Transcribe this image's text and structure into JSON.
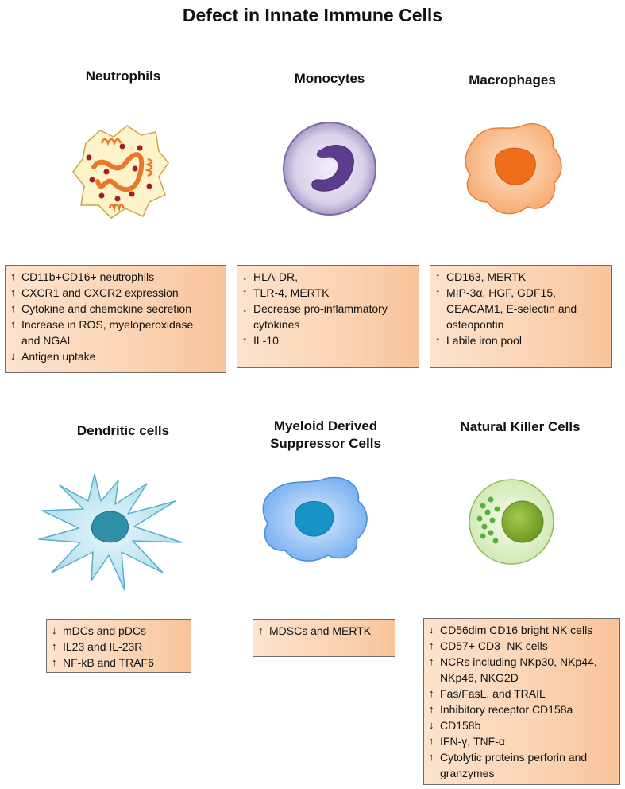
{
  "title": "Defect in Innate Immune Cells",
  "cells": {
    "neutrophils": {
      "name": "Neutrophils",
      "items": [
        {
          "arrow": "↑",
          "text": "CD11b+CD16+ neutrophils"
        },
        {
          "arrow": "↑",
          "text": "CXCR1 and CXCR2 expression"
        },
        {
          "arrow": "↑",
          "text": "Cytokine and chemokine secretion"
        },
        {
          "arrow": "↑",
          "text": "Increase in ROS, myeloperoxidase",
          "cont": "and NGAL"
        },
        {
          "arrow": "↓",
          "text": "Antigen uptake"
        }
      ]
    },
    "monocytes": {
      "name": "Monocytes",
      "items": [
        {
          "arrow": "↓",
          "text": "HLA-DR,"
        },
        {
          "arrow": "↑",
          "text": "TLR-4, MERTK"
        },
        {
          "arrow": "↓",
          "text": "Decrease pro-inflammatory",
          "cont": "cytokines"
        },
        {
          "arrow": "↑",
          "text": "IL-10"
        }
      ]
    },
    "macrophages": {
      "name": "Macrophages",
      "items": [
        {
          "arrow": "↑",
          "text": "CD163, MERTK"
        },
        {
          "arrow": "↑",
          "text": "MIP-3α, HGF, GDF15,",
          "cont": "CEACAM1, E-selectin and",
          "cont2": "osteopontin"
        },
        {
          "arrow": "↑",
          "text": "Labile iron pool"
        }
      ]
    },
    "dendritic": {
      "name": "Dendritic cells",
      "items": [
        {
          "arrow": "↓",
          "text": "mDCs and pDCs"
        },
        {
          "arrow": "↑",
          "text": "IL23 and IL-23R"
        },
        {
          "arrow": "↑",
          "text": "NF-kB and TRAF6"
        }
      ]
    },
    "mdsc": {
      "name_line1": "Myeloid Derived",
      "name_line2": "Suppressor Cells",
      "items": [
        {
          "arrow": "↑",
          "text": "MDSCs and MERTK"
        }
      ]
    },
    "nk": {
      "name": "Natural Killer Cells",
      "items": [
        {
          "arrow": "↓",
          "text": "CD56dim CD16 bright NK cells"
        },
        {
          "arrow": "↑",
          "text": "CD57+ CD3- NK cells"
        },
        {
          "arrow": "↑",
          "text": "NCRs including  NKp30, NKp44,",
          "cont": "NKp46, NKG2D"
        },
        {
          "arrow": "↑",
          "text": "Fas/FasL, and TRAIL"
        },
        {
          "arrow": "↑",
          "text": "Inhibitory receptor CD158a"
        },
        {
          "arrow": "↓",
          "text": "CD158b"
        },
        {
          "arrow": "↑",
          "text": "IFN-γ, TNF-α"
        },
        {
          "arrow": "↑",
          "text": "Cytolytic proteins perforin and",
          "cont": "granzymes"
        }
      ]
    }
  }
}
